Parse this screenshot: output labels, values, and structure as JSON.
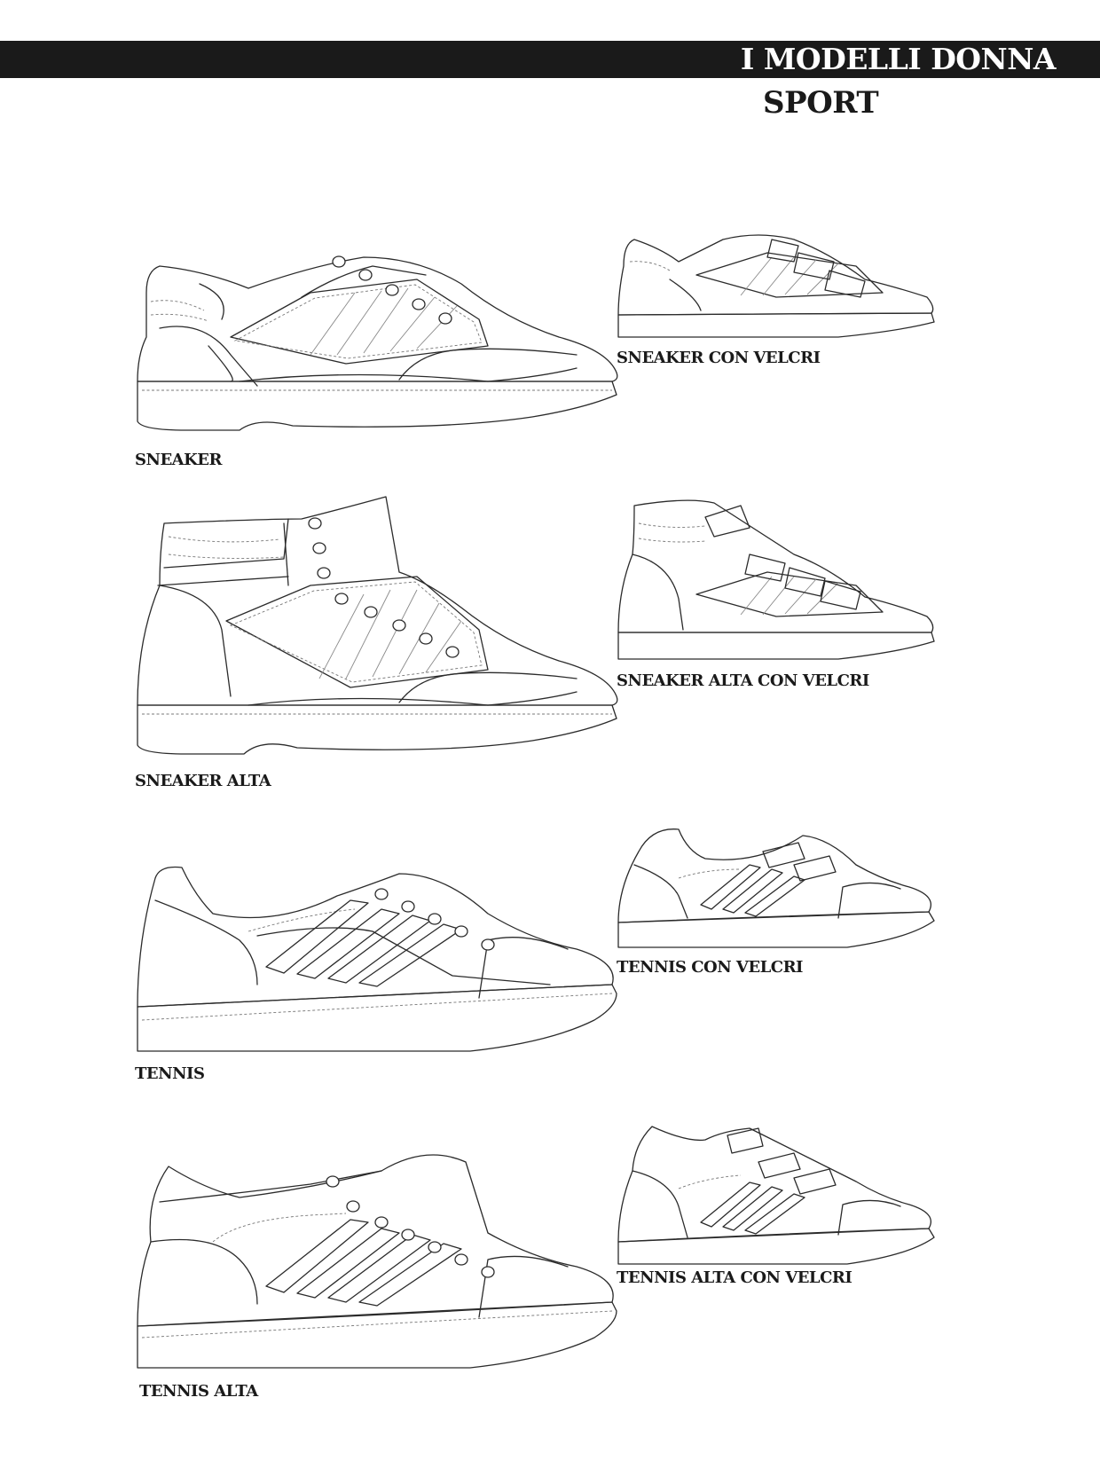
{
  "header": {
    "title": "I MODELLI DONNA",
    "subtitle": "SPORT"
  },
  "models": [
    {
      "label": "SNEAKER"
    },
    {
      "label": "SNEAKER CON VELCRI"
    },
    {
      "label": "SNEAKER ALTA"
    },
    {
      "label": "SNEAKER ALTA CON VELCRI"
    },
    {
      "label": "TENNIS"
    },
    {
      "label": "TENNIS CON VELCRI"
    },
    {
      "label": "TENNIS ALTA"
    },
    {
      "label": "TENNIS ALTA CON VELCRI"
    }
  ]
}
